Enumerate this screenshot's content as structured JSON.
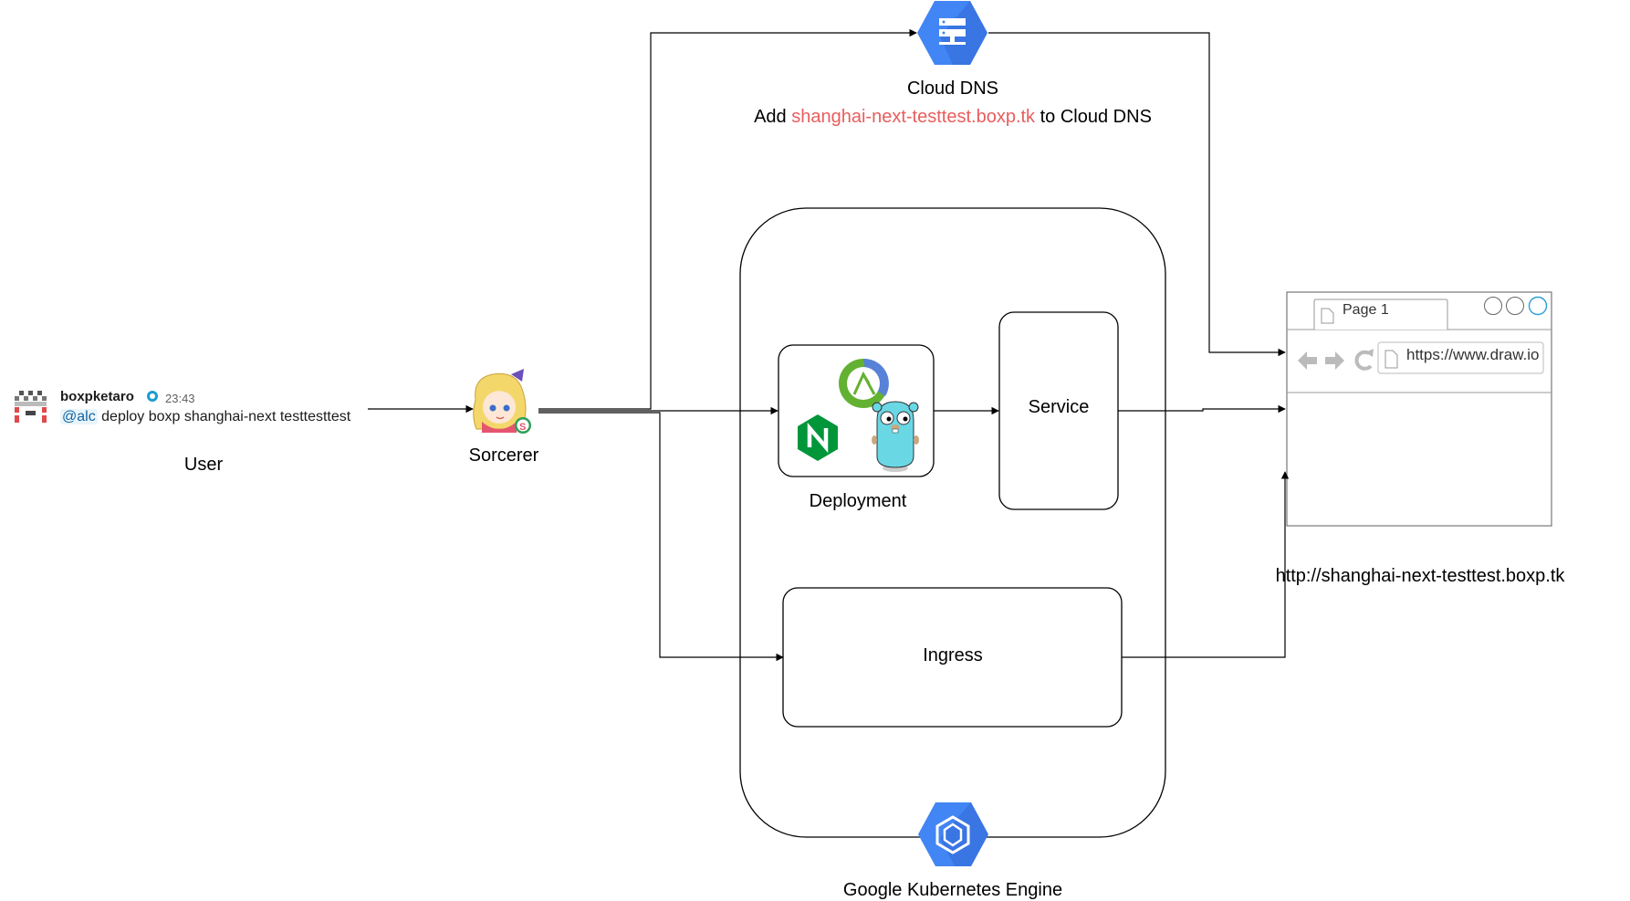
{
  "user": {
    "name": "boxpketaro",
    "time": "23:43",
    "mention": "@alc",
    "message": " deploy boxp shanghai-next testtesttest",
    "label": "User"
  },
  "sorcerer": {
    "label": "Sorcerer"
  },
  "cloud_dns": {
    "label": "Cloud DNS",
    "note_prefix": "Add ",
    "note_highlight": "shanghai-next-testtest.boxp.tk",
    "note_suffix": " to Cloud DNS"
  },
  "gke": {
    "label": "Google Kubernetes Engine"
  },
  "deployment": {
    "label": "Deployment"
  },
  "service": {
    "label": "Service"
  },
  "ingress": {
    "label": "Ingress"
  },
  "browser": {
    "tab": "Page 1",
    "url": "https://www.draw.io",
    "caption": "http://shanghai-next-testtest.boxp.tk"
  },
  "colors": {
    "gcp_blue": "#4285f4",
    "gcp_blue_dark": "#3367d6",
    "highlight": "#e85d5d",
    "nginx_green": "#009639",
    "gopher_blue": "#6ad7e5",
    "clojure_green": "#63b132",
    "clojure_blue": "#5881d8"
  }
}
